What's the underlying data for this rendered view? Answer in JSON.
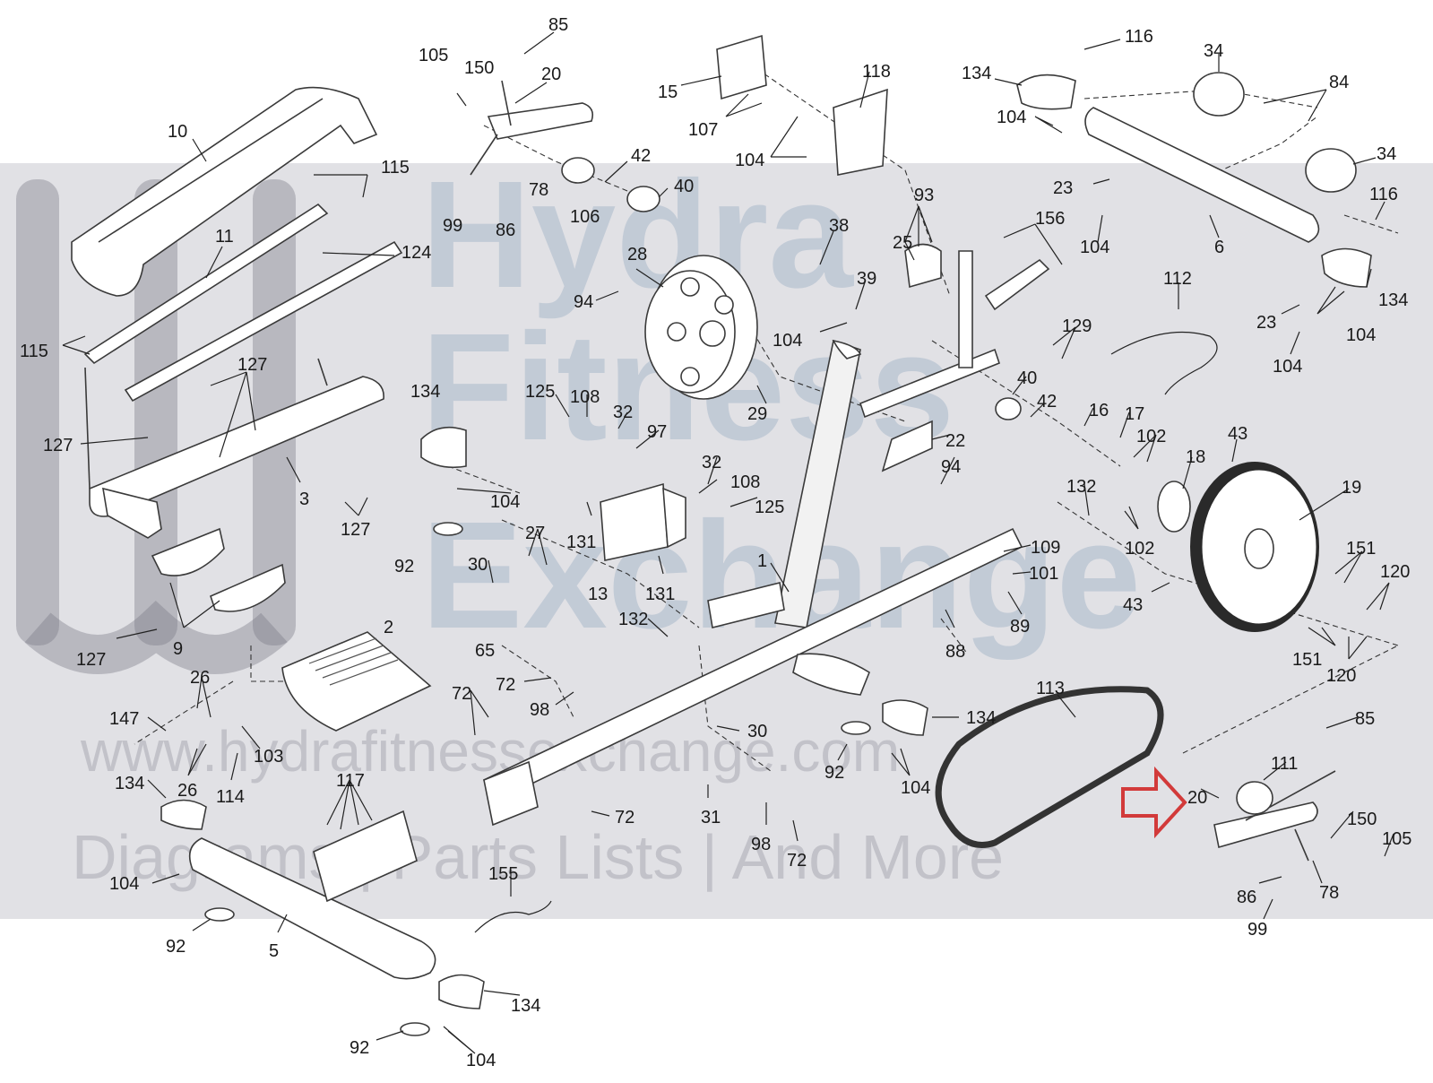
{
  "watermark": {
    "brand_line1": "Hydra",
    "brand_line2": "Fitness",
    "brand_line3": "Exchange",
    "url": "www.hydrafitnessexchange.com",
    "tagline": "Diagrams | Parts Lists | And More"
  },
  "highlight": {
    "color": "#d23a3a",
    "target_part": "20"
  },
  "callouts": [
    {
      "id": "c85a",
      "text": "85"
    },
    {
      "id": "c105a",
      "text": "105"
    },
    {
      "id": "c150a",
      "text": "150"
    },
    {
      "id": "c20a",
      "text": "20"
    },
    {
      "id": "c10",
      "text": "10"
    },
    {
      "id": "c115a",
      "text": "115"
    },
    {
      "id": "c11",
      "text": "11"
    },
    {
      "id": "c124",
      "text": "124"
    },
    {
      "id": "c115b",
      "text": "115"
    },
    {
      "id": "c127a",
      "text": "127"
    },
    {
      "id": "c127b",
      "text": "127"
    },
    {
      "id": "c3",
      "text": "3"
    },
    {
      "id": "c127c",
      "text": "127"
    },
    {
      "id": "c127d",
      "text": "127"
    },
    {
      "id": "c9",
      "text": "9"
    },
    {
      "id": "c99a",
      "text": "99"
    },
    {
      "id": "c86a",
      "text": "86"
    },
    {
      "id": "c78a",
      "text": "78"
    },
    {
      "id": "c106",
      "text": "106"
    },
    {
      "id": "c42a",
      "text": "42"
    },
    {
      "id": "c40a",
      "text": "40"
    },
    {
      "id": "c28",
      "text": "28"
    },
    {
      "id": "c94a",
      "text": "94"
    },
    {
      "id": "c15",
      "text": "15"
    },
    {
      "id": "c107",
      "text": "107"
    },
    {
      "id": "c104a",
      "text": "104"
    },
    {
      "id": "c118",
      "text": "118"
    },
    {
      "id": "c93",
      "text": "93"
    },
    {
      "id": "c38",
      "text": "38"
    },
    {
      "id": "c25",
      "text": "25"
    },
    {
      "id": "c39",
      "text": "39"
    },
    {
      "id": "c104b",
      "text": "104"
    },
    {
      "id": "c156",
      "text": "156"
    },
    {
      "id": "c29",
      "text": "29"
    },
    {
      "id": "c134a",
      "text": "134"
    },
    {
      "id": "c125a",
      "text": "125"
    },
    {
      "id": "c108a",
      "text": "108"
    },
    {
      "id": "c32a",
      "text": "32"
    },
    {
      "id": "c97",
      "text": "97"
    },
    {
      "id": "c104c",
      "text": "104"
    },
    {
      "id": "c92a",
      "text": "92"
    },
    {
      "id": "c32b",
      "text": "32"
    },
    {
      "id": "c108b",
      "text": "108"
    },
    {
      "id": "c125b",
      "text": "125"
    },
    {
      "id": "c131a",
      "text": "131"
    },
    {
      "id": "c13",
      "text": "13"
    },
    {
      "id": "c131b",
      "text": "131"
    },
    {
      "id": "c30a",
      "text": "30"
    },
    {
      "id": "c27",
      "text": "27"
    },
    {
      "id": "c65",
      "text": "65"
    },
    {
      "id": "c132a",
      "text": "132"
    },
    {
      "id": "c1",
      "text": "1"
    },
    {
      "id": "c2",
      "text": "2"
    },
    {
      "id": "c72a",
      "text": "72"
    },
    {
      "id": "c98a",
      "text": "98"
    },
    {
      "id": "c72b",
      "text": "72"
    },
    {
      "id": "c30b",
      "text": "30"
    },
    {
      "id": "c72c",
      "text": "72"
    },
    {
      "id": "c31",
      "text": "31"
    },
    {
      "id": "c98b",
      "text": "98"
    },
    {
      "id": "c72d",
      "text": "72"
    },
    {
      "id": "c26a",
      "text": "26"
    },
    {
      "id": "c147",
      "text": "147"
    },
    {
      "id": "c103",
      "text": "103"
    },
    {
      "id": "c26b",
      "text": "26"
    },
    {
      "id": "c114",
      "text": "114"
    },
    {
      "id": "c117",
      "text": "117"
    },
    {
      "id": "c134b",
      "text": "134"
    },
    {
      "id": "c104d",
      "text": "104"
    },
    {
      "id": "c92b",
      "text": "92"
    },
    {
      "id": "c5",
      "text": "5"
    },
    {
      "id": "c155",
      "text": "155"
    },
    {
      "id": "c134c",
      "text": "134"
    },
    {
      "id": "c92c",
      "text": "92"
    },
    {
      "id": "c104e",
      "text": "104"
    },
    {
      "id": "c116a",
      "text": "116"
    },
    {
      "id": "c134d",
      "text": "134"
    },
    {
      "id": "c34a",
      "text": "34"
    },
    {
      "id": "c84",
      "text": "84"
    },
    {
      "id": "c104f",
      "text": "104"
    },
    {
      "id": "c34b",
      "text": "34"
    },
    {
      "id": "c23a",
      "text": "23"
    },
    {
      "id": "c104g",
      "text": "104"
    },
    {
      "id": "c6",
      "text": "6"
    },
    {
      "id": "c116b",
      "text": "116"
    },
    {
      "id": "c134e",
      "text": "134"
    },
    {
      "id": "c23b",
      "text": "23"
    },
    {
      "id": "c104h",
      "text": "104"
    },
    {
      "id": "c104i",
      "text": "104"
    },
    {
      "id": "c112",
      "text": "112"
    },
    {
      "id": "c129",
      "text": "129"
    },
    {
      "id": "c40b",
      "text": "40"
    },
    {
      "id": "c42b",
      "text": "42"
    },
    {
      "id": "c16",
      "text": "16"
    },
    {
      "id": "c17",
      "text": "17"
    },
    {
      "id": "c22",
      "text": "22"
    },
    {
      "id": "c94b",
      "text": "94"
    },
    {
      "id": "c102a",
      "text": "102"
    },
    {
      "id": "c18",
      "text": "18"
    },
    {
      "id": "c43a",
      "text": "43"
    },
    {
      "id": "c19",
      "text": "19"
    },
    {
      "id": "c132b",
      "text": "132"
    },
    {
      "id": "c102b",
      "text": "102"
    },
    {
      "id": "c109",
      "text": "109"
    },
    {
      "id": "c101",
      "text": "101"
    },
    {
      "id": "c89",
      "text": "89"
    },
    {
      "id": "c88",
      "text": "88"
    },
    {
      "id": "c43b",
      "text": "43"
    },
    {
      "id": "c151a",
      "text": "151"
    },
    {
      "id": "c120a",
      "text": "120"
    },
    {
      "id": "c151b",
      "text": "151"
    },
    {
      "id": "c120b",
      "text": "120"
    },
    {
      "id": "c113",
      "text": "113"
    },
    {
      "id": "c134f",
      "text": "134"
    },
    {
      "id": "c92d",
      "text": "92"
    },
    {
      "id": "c104j",
      "text": "104"
    },
    {
      "id": "c85b",
      "text": "85"
    },
    {
      "id": "c111",
      "text": "111"
    },
    {
      "id": "c20b",
      "text": "20"
    },
    {
      "id": "c150b",
      "text": "150"
    },
    {
      "id": "c105b",
      "text": "105"
    },
    {
      "id": "c86b",
      "text": "86"
    },
    {
      "id": "c78b",
      "text": "78"
    },
    {
      "id": "c99b",
      "text": "99"
    }
  ]
}
